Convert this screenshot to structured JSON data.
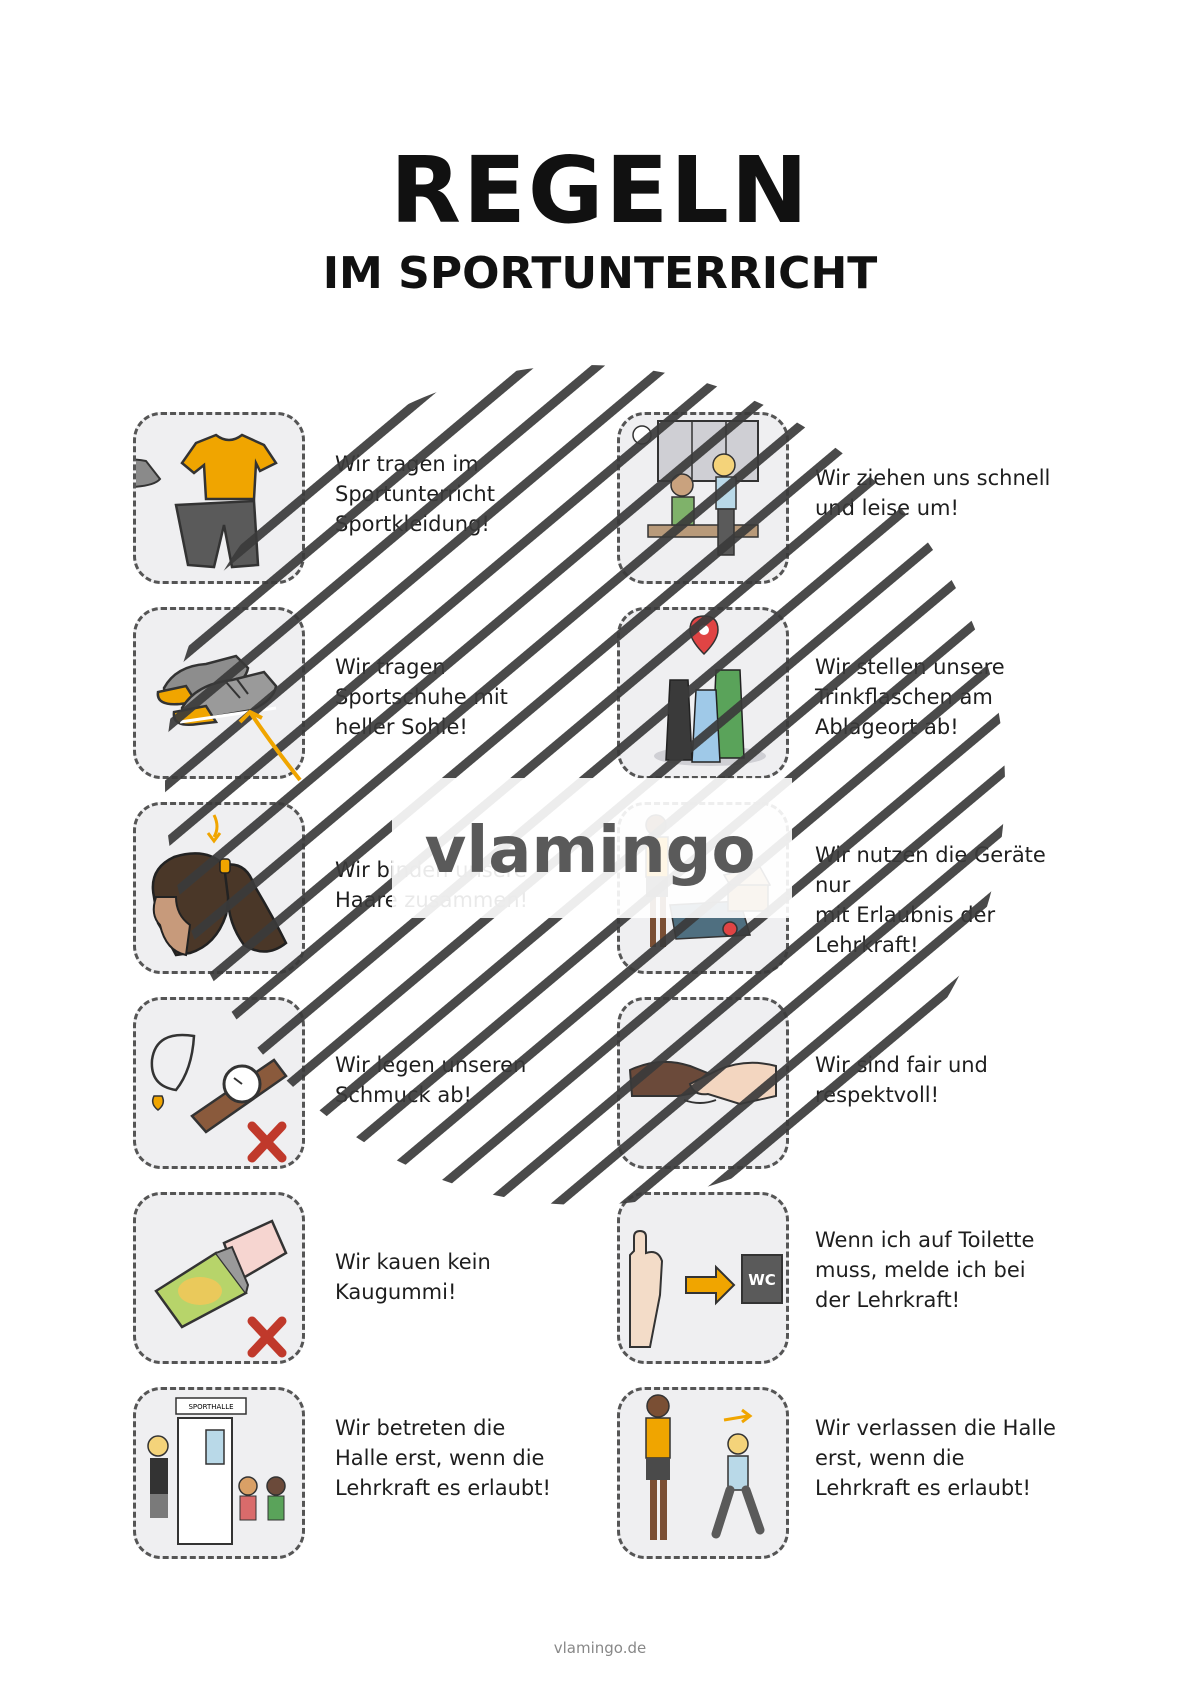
{
  "header": {
    "title": "REGELN",
    "subtitle": "IM SPORTUNTERRICHT"
  },
  "rules": {
    "left": [
      {
        "text": "Wir tragen im\nSportunterricht\nSportkleidung!",
        "icon": "sportswear-icon"
      },
      {
        "text": "Wir tragen\nSportschuhe mit\nheller Sohle!",
        "icon": "sneakers-icon"
      },
      {
        "text": "Wir binden unsere\nHaare zusammen!",
        "icon": "ponytail-icon"
      },
      {
        "text": "Wir legen unseren\nSchmuck ab!",
        "icon": "jewelry-icon"
      },
      {
        "text": "Wir kauen kein\nKaugummi!",
        "icon": "chewing-gum-icon"
      },
      {
        "text": "Wir betreten die\nHalle erst, wenn die\nLehrkraft es erlaubt!",
        "icon": "gym-door-icon"
      }
    ],
    "right": [
      {
        "text": "Wir ziehen uns schnell\nund leise um!",
        "icon": "locker-room-icon"
      },
      {
        "text": "Wir stellen unsere\nTrinkflaschen am\nAblageort ab!",
        "icon": "water-bottles-icon"
      },
      {
        "text": "Wir nutzen die Geräte nur\nmit Erlaubnis der\nLehrkraft!",
        "icon": "gym-equipment-icon"
      },
      {
        "text": "Wir sind fair und\nrespektvoll!",
        "icon": "handshake-icon"
      },
      {
        "text": "Wenn ich auf Toilette\nmuss, melde ich bei\nder Lehrkraft!",
        "icon": "toilet-sign-icon"
      },
      {
        "text": "Wir verlassen die Halle\nerst, wenn die\nLehrkraft es erlaubt!",
        "icon": "leaving-hall-icon"
      }
    ]
  },
  "card_labels": {
    "gym_sign": "SPORTHALLE",
    "wc_sign": "WC"
  },
  "watermark": {
    "logo_text": "vlamingo"
  },
  "footer": {
    "site": "vlamingo.de"
  },
  "colors": {
    "accent": "#f0a500",
    "card_background": "#efeff1",
    "card_border": "#555555",
    "text": "#1e1e1e",
    "watermark_stripes": "#3a3a3a"
  }
}
